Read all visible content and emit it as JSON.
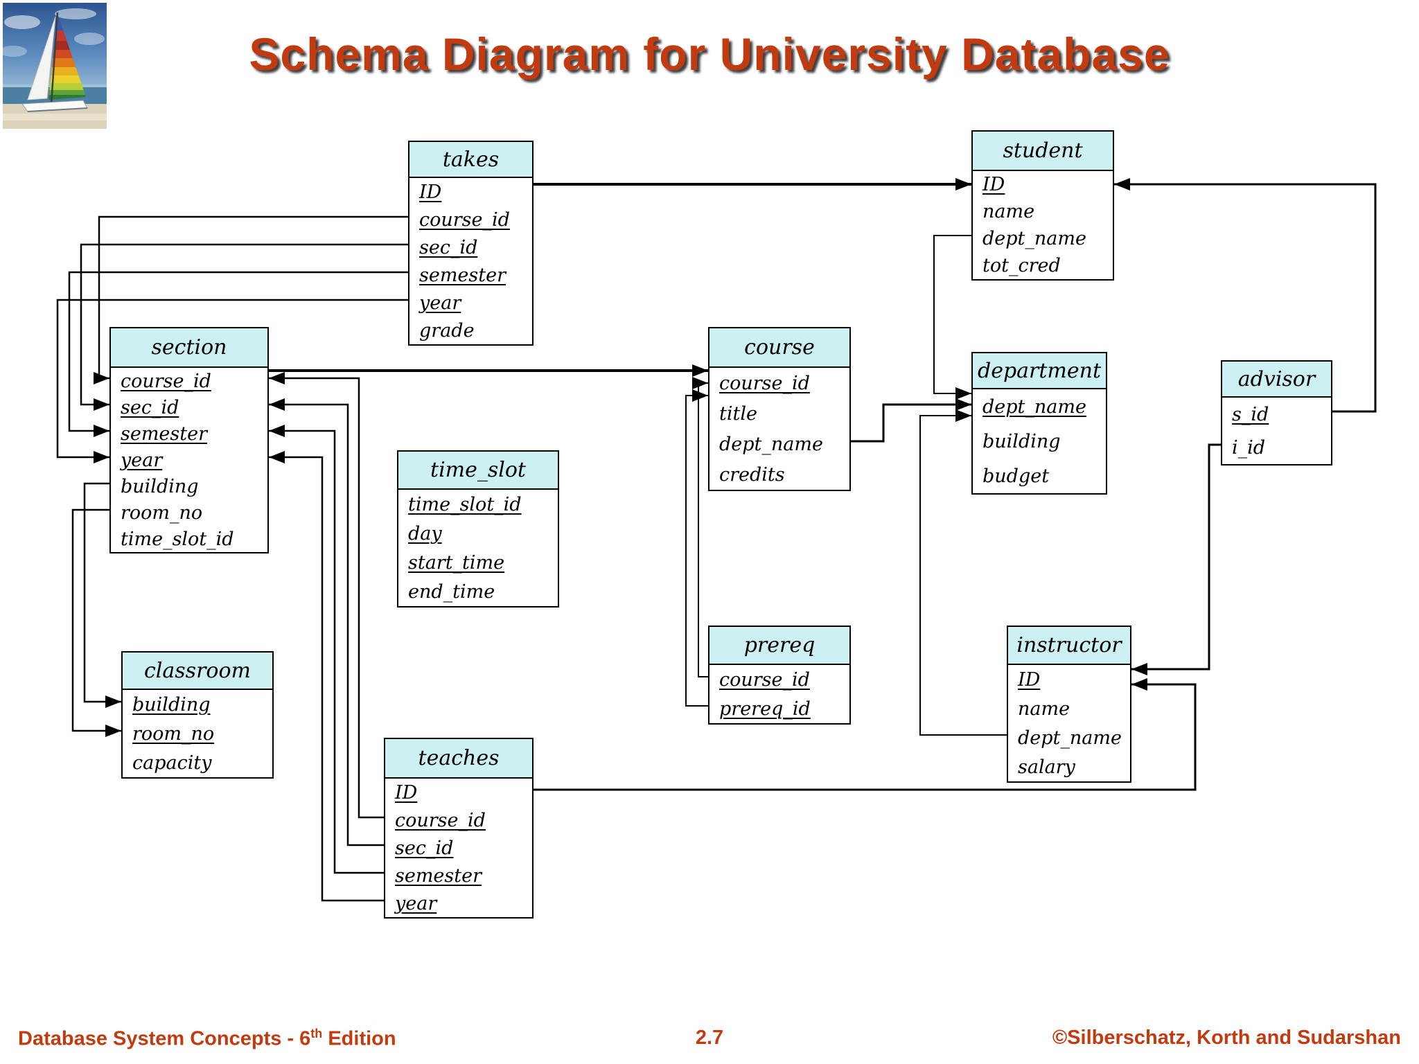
{
  "slide": {
    "title": "Schema Diagram for University Database",
    "footer": {
      "left_main": "Database System Concepts - 6",
      "left_sup": "th",
      "left_rest": " Edition",
      "page": "2.7",
      "right": "©Silberschatz, Korth and Sudarshan"
    },
    "colors": {
      "accent_red": "#c23a10",
      "table_header_bg": "#cdf0f2",
      "line_color": "#000000"
    },
    "logo": "sailboat-beach-photo"
  },
  "diagram": {
    "tables": [
      {
        "name": "takes",
        "attributes": [
          {
            "name": "ID",
            "key": true
          },
          {
            "name": "course_id",
            "key": true
          },
          {
            "name": "sec_id",
            "key": true
          },
          {
            "name": "semester",
            "key": true
          },
          {
            "name": "year",
            "key": true
          },
          {
            "name": "grade",
            "key": false
          }
        ]
      },
      {
        "name": "student",
        "attributes": [
          {
            "name": "ID",
            "key": true
          },
          {
            "name": "name",
            "key": false
          },
          {
            "name": "dept_name",
            "key": false
          },
          {
            "name": "tot_cred",
            "key": false
          }
        ]
      },
      {
        "name": "section",
        "attributes": [
          {
            "name": "course_id",
            "key": true
          },
          {
            "name": "sec_id",
            "key": true
          },
          {
            "name": "semester",
            "key": true
          },
          {
            "name": "year",
            "key": true
          },
          {
            "name": "building",
            "key": false
          },
          {
            "name": "room_no",
            "key": false
          },
          {
            "name": "time_slot_id",
            "key": false
          }
        ]
      },
      {
        "name": "course",
        "attributes": [
          {
            "name": "course_id",
            "key": true
          },
          {
            "name": "title",
            "key": false
          },
          {
            "name": "dept_name",
            "key": false
          },
          {
            "name": "credits",
            "key": false
          }
        ]
      },
      {
        "name": "department",
        "attributes": [
          {
            "name": "dept_name",
            "key": true
          },
          {
            "name": "building",
            "key": false
          },
          {
            "name": "budget",
            "key": false
          }
        ]
      },
      {
        "name": "advisor",
        "attributes": [
          {
            "name": "s_id",
            "key": true
          },
          {
            "name": "i_id",
            "key": false
          }
        ]
      },
      {
        "name": "time_slot",
        "attributes": [
          {
            "name": "time_slot_id",
            "key": true
          },
          {
            "name": "day",
            "key": true
          },
          {
            "name": "start_time",
            "key": true
          },
          {
            "name": "end_time",
            "key": false
          }
        ]
      },
      {
        "name": "prereq",
        "attributes": [
          {
            "name": "course_id",
            "key": true
          },
          {
            "name": "prereq_id",
            "key": true
          }
        ]
      },
      {
        "name": "instructor",
        "attributes": [
          {
            "name": "ID",
            "key": true
          },
          {
            "name": "name",
            "key": false
          },
          {
            "name": "dept_name",
            "key": false
          },
          {
            "name": "salary",
            "key": false
          }
        ]
      },
      {
        "name": "classroom",
        "attributes": [
          {
            "name": "building",
            "key": true
          },
          {
            "name": "room_no",
            "key": true
          },
          {
            "name": "capacity",
            "key": false
          }
        ]
      },
      {
        "name": "teaches",
        "attributes": [
          {
            "name": "ID",
            "key": true
          },
          {
            "name": "course_id",
            "key": true
          },
          {
            "name": "sec_id",
            "key": true
          },
          {
            "name": "semester",
            "key": true
          },
          {
            "name": "year",
            "key": true
          }
        ]
      }
    ],
    "relationships": [
      {
        "from": "takes.ID",
        "to": "student.ID"
      },
      {
        "from": "advisor.s_id",
        "to": "student.ID"
      },
      {
        "from": "takes.course_id",
        "to": "section.course_id"
      },
      {
        "from": "takes.sec_id",
        "to": "section.sec_id"
      },
      {
        "from": "takes.semester",
        "to": "section.semester"
      },
      {
        "from": "takes.year",
        "to": "section.year"
      },
      {
        "from": "teaches.course_id",
        "to": "section.course_id"
      },
      {
        "from": "teaches.sec_id",
        "to": "section.sec_id"
      },
      {
        "from": "teaches.semester",
        "to": "section.semester"
      },
      {
        "from": "teaches.year",
        "to": "section.year"
      },
      {
        "from": "section.course_id",
        "to": "course.course_id"
      },
      {
        "from": "prereq.course_id",
        "to": "course.course_id"
      },
      {
        "from": "prereq.prereq_id",
        "to": "course.course_id"
      },
      {
        "from": "section.building",
        "to": "classroom.building"
      },
      {
        "from": "section.room_no",
        "to": "classroom.room_no"
      },
      {
        "from": "student.dept_name",
        "to": "department.dept_name"
      },
      {
        "from": "course.dept_name",
        "to": "department.dept_name"
      },
      {
        "from": "instructor.dept_name",
        "to": "department.dept_name"
      },
      {
        "from": "advisor.i_id",
        "to": "instructor.ID"
      },
      {
        "from": "teaches.ID",
        "to": "instructor.ID"
      }
    ]
  }
}
